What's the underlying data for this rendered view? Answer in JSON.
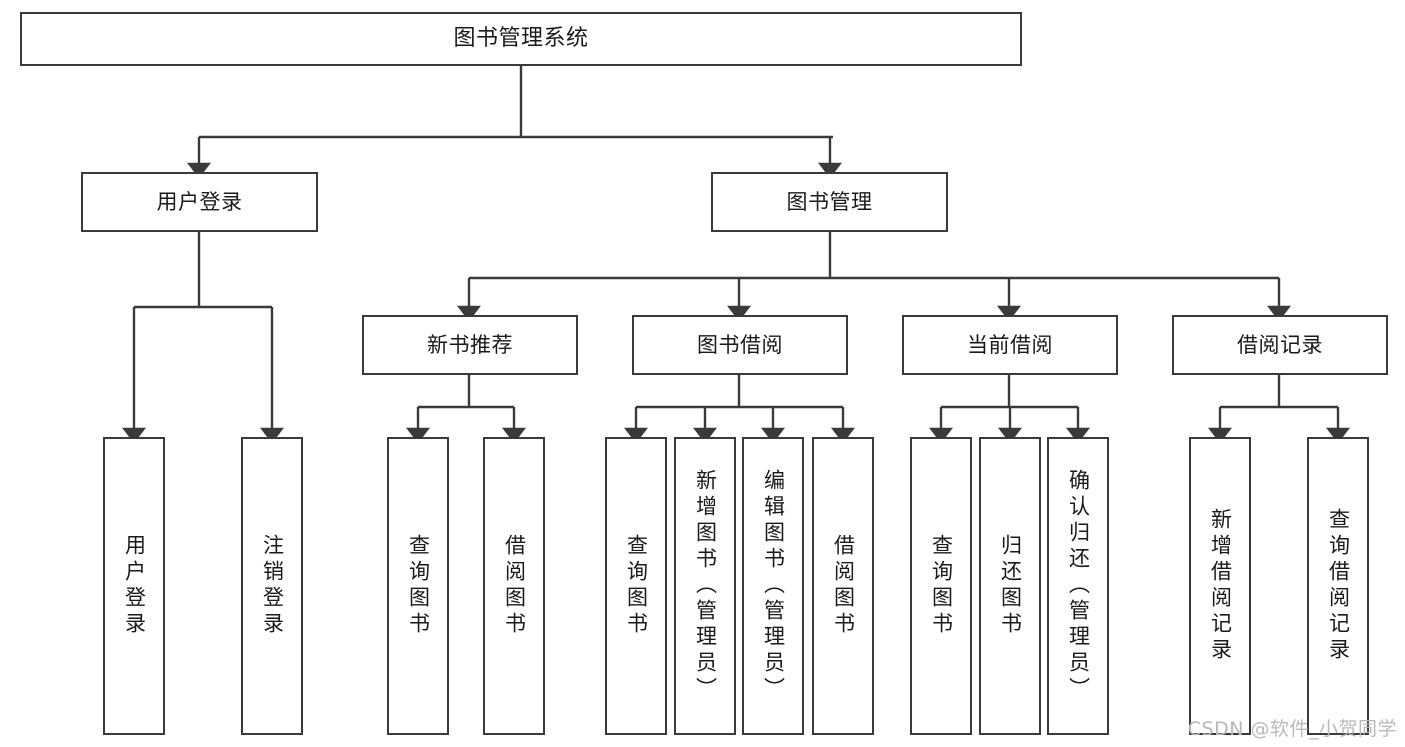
{
  "diagram": {
    "title": "图书管理系统",
    "type": "tree",
    "watermark": "CSDN @软件_小贺同学",
    "colors": {
      "box_border": "#3a3a3a",
      "box_fill": "#ffffff",
      "edge": "#3a3a3a",
      "text": "#1a1a1a",
      "watermark": "#b9b9b9",
      "background": "#ffffff"
    },
    "nodes": {
      "root": {
        "label": "图书管理系统"
      },
      "level2": [
        {
          "id": "user-login",
          "label": "用户登录"
        },
        {
          "id": "book-manage",
          "label": "图书管理"
        }
      ],
      "level3": [
        {
          "id": "new-book-recommend",
          "label": "新书推荐"
        },
        {
          "id": "book-borrow",
          "label": "图书借阅"
        },
        {
          "id": "current-borrow",
          "label": "当前借阅"
        },
        {
          "id": "borrow-record",
          "label": "借阅记录"
        }
      ],
      "leaves": {
        "user_login": [
          {
            "id": "leaf-user-login",
            "label": "用户登录"
          },
          {
            "id": "leaf-logout",
            "label": "注销登录"
          }
        ],
        "new_book_recommend": [
          {
            "id": "leaf-query-book-1",
            "label": "查询图书"
          },
          {
            "id": "leaf-borrow-book-1",
            "label": "借阅图书"
          }
        ],
        "book_borrow": [
          {
            "id": "leaf-query-book-2",
            "label": "查询图书"
          },
          {
            "id": "leaf-add-book",
            "label": "新增图书（管理员）"
          },
          {
            "id": "leaf-edit-book",
            "label": "编辑图书（管理员）"
          },
          {
            "id": "leaf-borrow-book-2",
            "label": "借阅图书"
          }
        ],
        "current_borrow": [
          {
            "id": "leaf-query-book-3",
            "label": "查询图书"
          },
          {
            "id": "leaf-return-book",
            "label": "归还图书"
          },
          {
            "id": "leaf-confirm-return",
            "label": "确认归还（管理员）"
          }
        ],
        "borrow_record": [
          {
            "id": "leaf-add-record",
            "label": "新增借阅记录"
          },
          {
            "id": "leaf-query-record",
            "label": "查询借阅记录"
          }
        ]
      }
    }
  }
}
